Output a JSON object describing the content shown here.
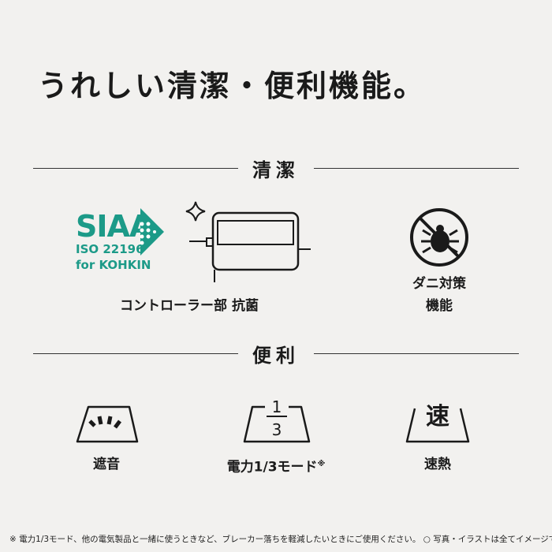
{
  "title": "うれしい清潔・便利機能。",
  "sections": [
    {
      "label": "清潔"
    },
    {
      "label": "便利"
    }
  ],
  "cleanliness": {
    "siaa": {
      "logo": "SIAA",
      "iso": "ISO 22196",
      "kohkin": "for KOHKIN",
      "color": "#1c9a88"
    },
    "controller_label": "コントローラー部 抗菌",
    "mite_label_1": "ダニ対策",
    "mite_label_2": "機能"
  },
  "convenience": {
    "items": [
      {
        "label": "遮音",
        "icon": "soundproof-icon"
      },
      {
        "label": "電力1/3モード",
        "mark": "※",
        "icon": "one-third-power-icon",
        "numerator": "1",
        "denominator": "3"
      },
      {
        "label": "速熱",
        "icon": "fast-heat-icon",
        "glyph": "速"
      }
    ]
  },
  "footnote": "※ 電力1/3モード、他の電気製品と一緒に使うときなど、ブレーカー落ちを軽減したいときにご使用ください。 ○ 写真・イラストは全てイメージです。"
}
